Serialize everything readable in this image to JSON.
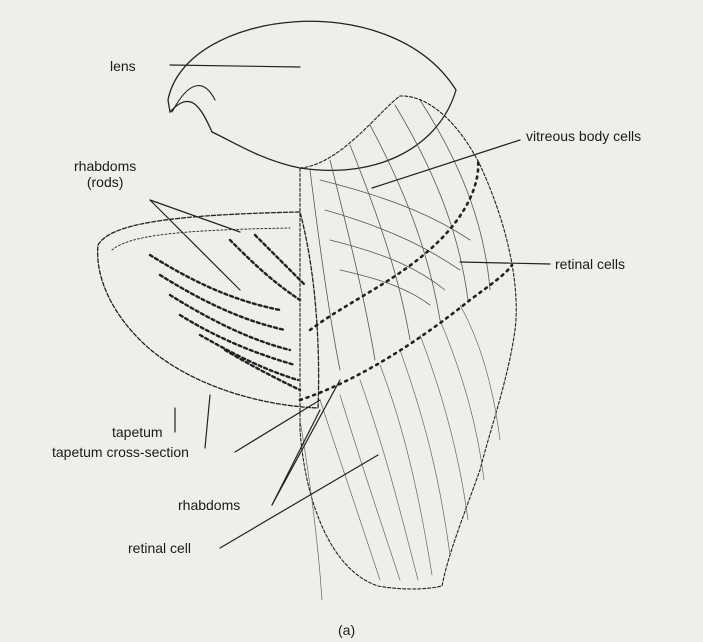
{
  "labels": {
    "lens": "lens",
    "vitreous_body_cells": "vitreous body cells",
    "rhabdoms_rods_line1": "rhabdoms",
    "rhabdoms_rods_line2": "(rods)",
    "retinal_cells": "retinal cells",
    "tapetum": "tapetum",
    "tapetum_cross_section": "tapetum cross-section",
    "rhabdoms": "rhabdoms",
    "retinal_cell": "retinal cell"
  },
  "caption": "(a)"
}
